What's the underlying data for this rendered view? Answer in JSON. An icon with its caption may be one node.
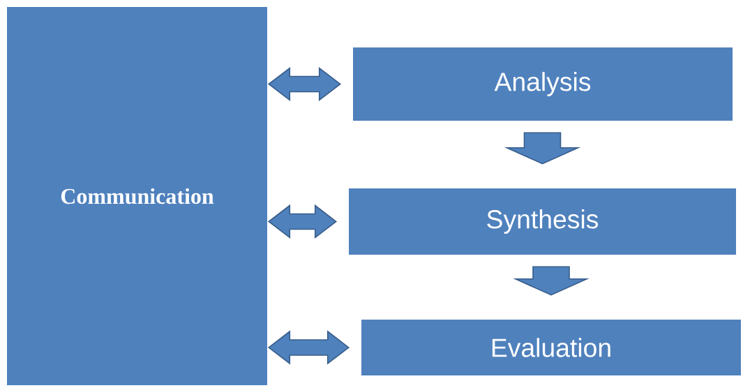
{
  "diagram": {
    "nodes": [
      {
        "text": [
          "Communication"
        ]
      },
      {
        "text": [
          "Analysis"
        ]
      },
      {
        "text": [
          "Synthesis"
        ]
      },
      {
        "text": [
          "Evaluation"
        ]
      }
    ],
    "edges": [
      {
        "from": 0,
        "to": 1,
        "arrow": "both"
      },
      {
        "from": 0,
        "to": 2,
        "arrow": "both"
      },
      {
        "from": 0,
        "to": 3,
        "arrow": "both"
      },
      {
        "from": 1,
        "to": 2,
        "arrow": "to"
      },
      {
        "from": 2,
        "to": 3,
        "arrow": "to"
      }
    ]
  }
}
